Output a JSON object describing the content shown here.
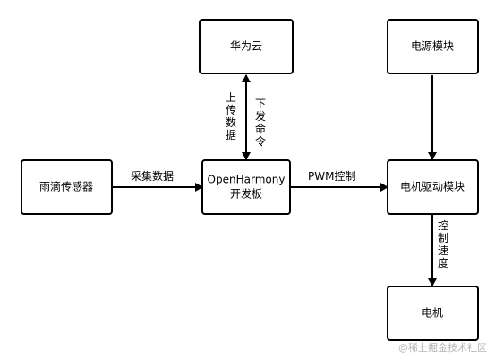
{
  "nodes": {
    "huaweiyun": "华为云",
    "power": "电源模块",
    "raindrop": "雨滴传感器",
    "openharmony_line1": "OpenHarmony",
    "openharmony_line2": "开发板",
    "motor_driver": "电机驱动模块",
    "motor": "电机"
  },
  "edges": {
    "collect": "采集数据",
    "pwm": "PWM控制",
    "upload": "上传数据",
    "command": "下发命令",
    "speed": "控制速度"
  },
  "watermark": "@稀土掘金技术社区"
}
